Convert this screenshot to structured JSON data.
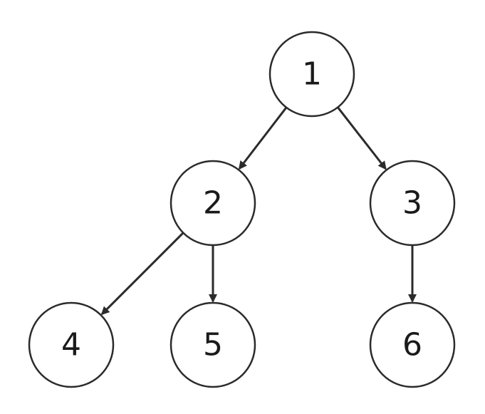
{
  "diagram": {
    "type": "tree",
    "nodes": [
      {
        "id": "n1",
        "label": "1"
      },
      {
        "id": "n2",
        "label": "2"
      },
      {
        "id": "n3",
        "label": "3"
      },
      {
        "id": "n4",
        "label": "4"
      },
      {
        "id": "n5",
        "label": "5"
      },
      {
        "id": "n6",
        "label": "6"
      }
    ],
    "edges": [
      {
        "from": "n1",
        "to": "n2"
      },
      {
        "from": "n1",
        "to": "n3"
      },
      {
        "from": "n2",
        "to": "n4"
      },
      {
        "from": "n2",
        "to": "n5"
      },
      {
        "from": "n3",
        "to": "n6"
      }
    ]
  },
  "colors": {
    "stroke": "#2b2b2b",
    "fill": "#ffffff",
    "text": "#1a1a1a"
  }
}
